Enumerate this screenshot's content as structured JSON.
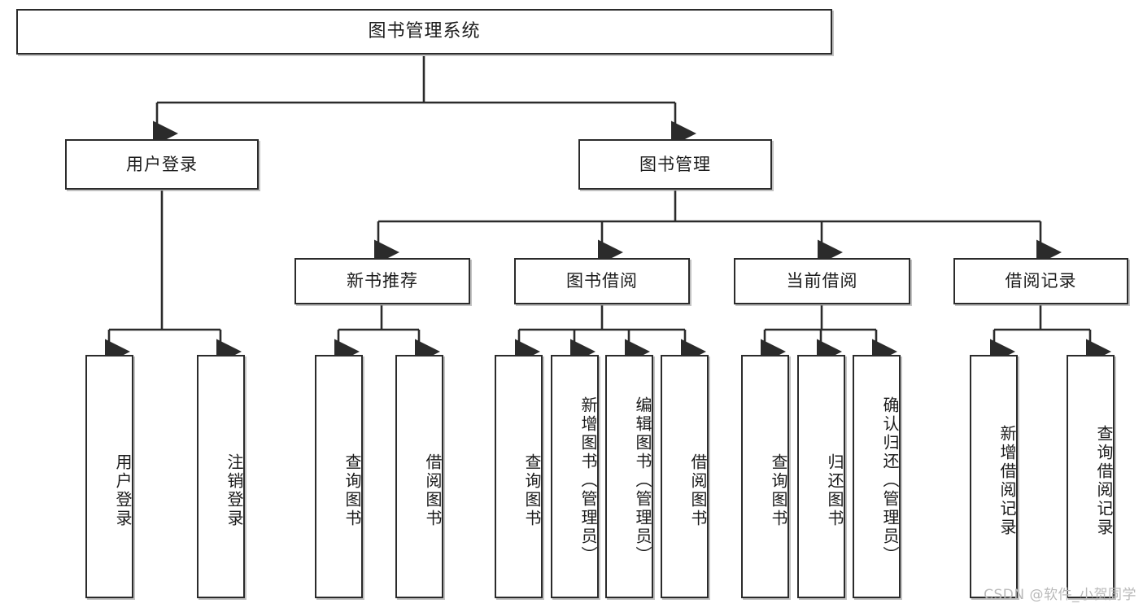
{
  "diagram": {
    "title": "图书管理系统",
    "type": "tree-hierarchy",
    "orientation": "top-down",
    "colors": {
      "box_border": "#2b2b2b",
      "box_fill": "#ffffff",
      "connector": "#2b2b2b",
      "text": "#1c1c1c",
      "watermark": "#b9b9b9"
    }
  },
  "root": {
    "label": "图书管理系统"
  },
  "level1": [
    {
      "label": "用户登录"
    },
    {
      "label": "图书管理"
    }
  ],
  "level2": [
    {
      "label": "新书推荐"
    },
    {
      "label": "图书借阅"
    },
    {
      "label": "当前借阅"
    },
    {
      "label": "借阅记录"
    }
  ],
  "leaves": {
    "user_login": [
      {
        "label": "用户登录"
      },
      {
        "label": "注销登录"
      }
    ],
    "new_book_recommend": [
      {
        "label": "查询图书"
      },
      {
        "label": "借阅图书"
      }
    ],
    "book_borrow": [
      {
        "label": "查询图书"
      },
      {
        "label": "新增图书（管理员）"
      },
      {
        "label": "编辑图书（管理员）"
      },
      {
        "label": "借阅图书"
      }
    ],
    "current_borrow": [
      {
        "label": "查询图书"
      },
      {
        "label": "归还图书"
      },
      {
        "label": "确认归还（管理员）"
      }
    ],
    "borrow_record": [
      {
        "label": "新增借阅记录"
      },
      {
        "label": "查询借阅记录"
      }
    ]
  },
  "watermark": {
    "text": "CSDN @软件_小贺同学"
  }
}
